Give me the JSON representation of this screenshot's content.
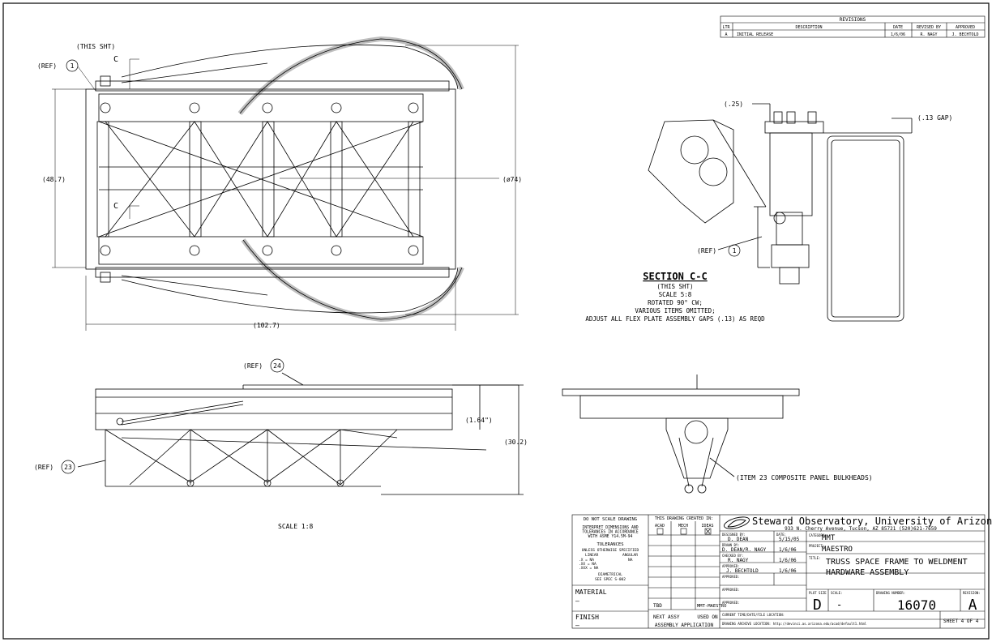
{
  "revisions": {
    "title": "REVISIONS",
    "headers": [
      "LTR",
      "DESCRIPTION",
      "DATE",
      "REVISED BY",
      "APPROVED"
    ],
    "rows": [
      [
        "A",
        "INITIAL RELEASE",
        "1/6/06",
        "R. NAGY",
        "J. BECHTOLD"
      ]
    ]
  },
  "top_view": {
    "this_sht": "(THIS SHT)",
    "ref1": "(REF)",
    "balloon1": "1",
    "section_mark_top": "C",
    "section_mark_bottom": "C",
    "dim_height": "(48.7)",
    "dim_dia": "(ø74)",
    "dim_length": "(102.7)"
  },
  "section": {
    "title": "SECTION C-C",
    "lines": [
      "(THIS SHT)",
      "SCALE 5:8",
      "ROTATED 90° CW;",
      "VARIOUS ITEMS OMITTED;",
      "ADJUST ALL FLEX PLATE ASSEMBLY GAPS (.13) AS REQD"
    ],
    "dim_25": "(.25)",
    "dim_gap": "(.13 GAP)",
    "ref1": "(REF)",
    "balloon1": "1"
  },
  "side_view": {
    "ref24": "(REF)",
    "balloon24": "24",
    "ref23": "(REF)",
    "balloon23": "23",
    "dim_164": "(1.64\")",
    "dim_302": "(30.2)",
    "scale": "SCALE 1:8"
  },
  "end_view": {
    "note": "(ITEM 23 COMPOSITE PANEL BULKHEADS)"
  },
  "title_block": {
    "do_not_scale": "DO NOT SCALE DRAWING",
    "interpret": "INTERPRET DIMENSIONS AND TOLERANCES IN ACCORDANCE WITH ASME Y14.5M-94",
    "tolerances": "TOLERANCES",
    "unless": "UNLESS OTHERWISE SPECIFIED",
    "linear": "LINEAR",
    "angular": "ANGULAR",
    "tol_x": ".X  = NA",
    "tol_xx": ".XX  = NA",
    "tol_xxx": ".XXX = NA",
    "tol_ang": "NA",
    "diametrical": "DIAMETRICAL",
    "see_spec": "SEE SPEC S-002",
    "material_label": "MATERIAL",
    "material_value": "–",
    "finish_label": "FINISH",
    "finish_value": "–",
    "created_in": "THIS DRAWING CREATED IN:",
    "cad_options": [
      "ACAD",
      "MECH",
      "IDEAS"
    ],
    "cad_checked": "IDEAS",
    "tbd": "TBD",
    "next_assy_value": "MMT-MAESTRO",
    "next_assy": "NEXT ASSY",
    "used_on": "USED ON",
    "assembly_application": "ASSEMBLY APPLICATION",
    "org_name": "Steward Observatory, University of Arizona",
    "org_address": "933 N. Cherry Avenue, Tucson, AZ 85721  (520)621-7659",
    "designed_by_label": "DESIGNED BY:",
    "designed_by": "D. DEAN",
    "date_label": "DATE:",
    "designed_date": "5/15/05",
    "drawn_by_label": "DRAWN BY:",
    "drawn_by": "D. DEAN/R. NAGY",
    "drawn_date": "1/6/06",
    "checked_by_label": "CHECKED BY:",
    "checked_by": "R. NAGY",
    "checked_date": "1/6/06",
    "approved_label": "APPROVED:",
    "approved_by": "J. BECHTOLD",
    "approved_date": "1/6/06",
    "category_label": "CATEGORY:",
    "category": "MMT",
    "project_label": "PROJECT:",
    "project": "MAESTRO",
    "title_label": "TITLE:",
    "title_line1": "TRUSS SPACE FRAME TO WELDMENT",
    "title_line2": "HARDWARE ASSEMBLY",
    "plot_size_label": "PLOT SIZE",
    "plot_size": "D",
    "scale_label": "SCALE:",
    "scale": "-",
    "drawing_number_label": "DRAWING NUMBER:",
    "drawing_number": "16070",
    "revision_label": "REVISION:",
    "revision": "A",
    "current_time_label": "CURRENT TIME/DATE/FILE LOCATION:",
    "archive_label": "DRAWING ARCHIVE LOCATION: http://devinci.as.arizona.edu/acad/default1.html",
    "sheet": "SHEET 4 OF 4"
  }
}
